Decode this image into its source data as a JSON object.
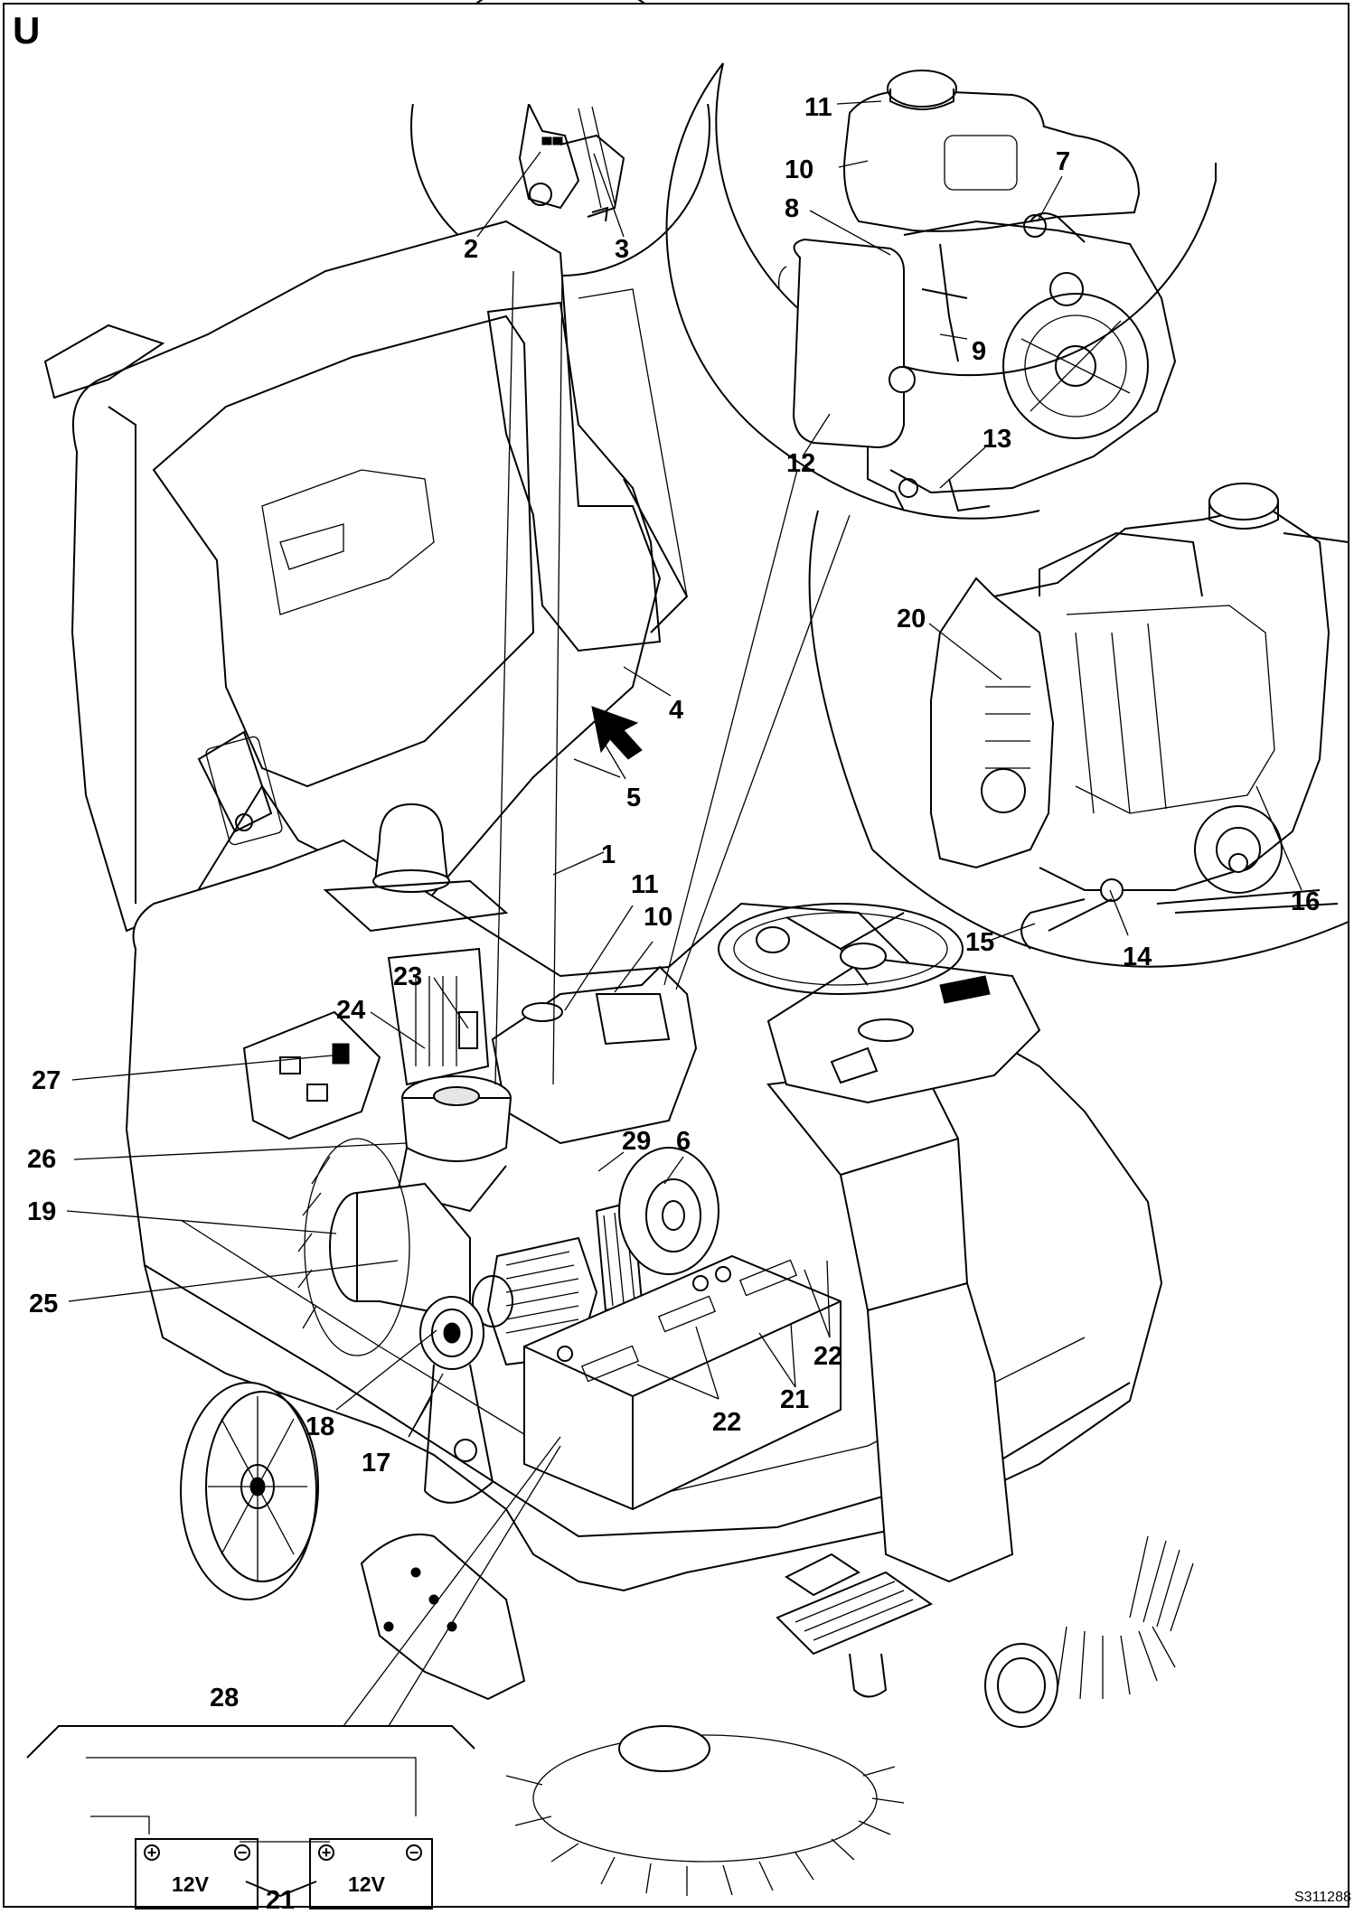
{
  "figure": {
    "ref_letter": "U",
    "drawing_code": "S311288"
  },
  "callouts": [
    "1",
    "2",
    "3",
    "4",
    "5",
    "6",
    "7",
    "8",
    "9",
    "10",
    "11",
    "12",
    "13",
    "14",
    "15",
    "16",
    "17",
    "18",
    "19",
    "20",
    "21",
    "22",
    "23",
    "24",
    "25",
    "26",
    "27",
    "28",
    "29"
  ],
  "callouts_secondary": {
    "10b": "10",
    "11b": "11",
    "21b": "21",
    "22b": "22"
  },
  "battery_schematic": {
    "battery_left_label": "12V",
    "battery_right_label": "12V",
    "plus_symbol": "+",
    "minus_symbol": "−",
    "callout_group": "21",
    "callout_cable": "28"
  },
  "icons": [
    "exploded-arrow-icon",
    "beacon-light-icon"
  ]
}
